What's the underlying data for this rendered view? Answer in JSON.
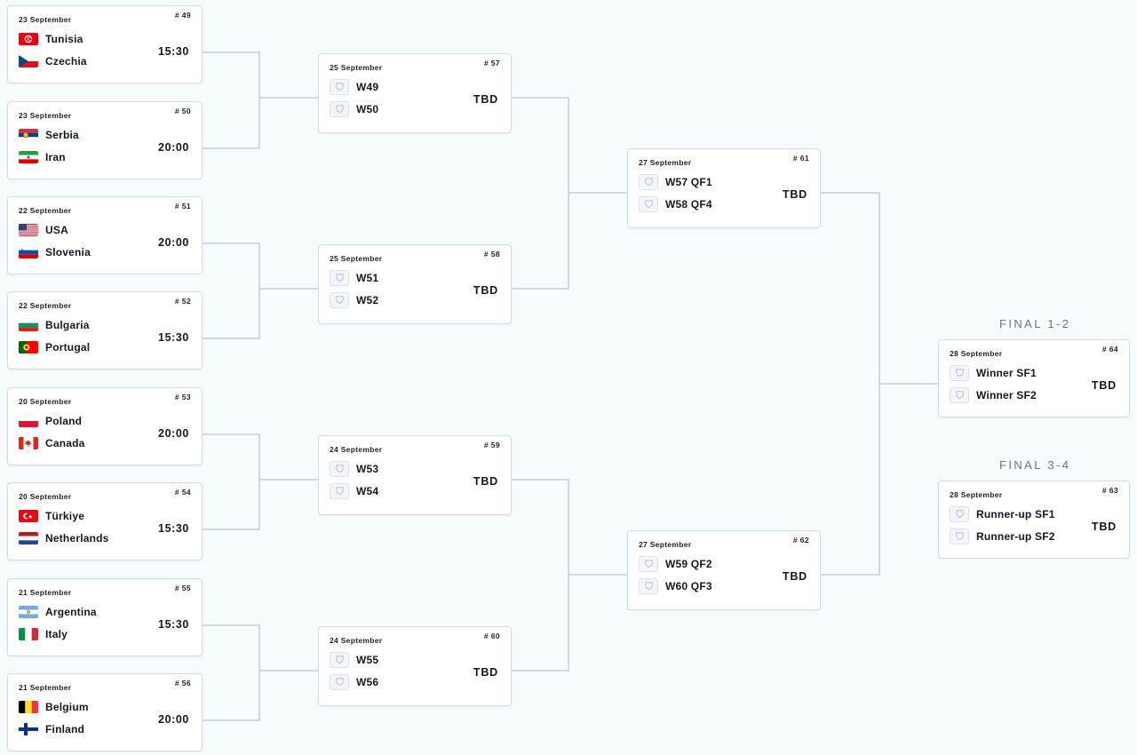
{
  "meta": {
    "background_color": "#f6fbfd",
    "card_background": "#ffffff",
    "card_border_color": "#d4dae2",
    "connector_color": "#c9ced6",
    "text_color": "#121722",
    "label_color": "#6b7380"
  },
  "labels": {
    "final_1_2": "FINAL 1-2",
    "final_3_4": "FINAL 3-4"
  },
  "rounds": [
    {
      "name": "round-of-16",
      "matches": [
        {
          "id": "m49",
          "date": "23 September",
          "number": "# 49",
          "time": "15:30",
          "teams": [
            {
              "name": "Tunisia",
              "flag": "tunisia"
            },
            {
              "name": "Czechia",
              "flag": "czechia"
            }
          ]
        },
        {
          "id": "m50",
          "date": "23 September",
          "number": "# 50",
          "time": "20:00",
          "teams": [
            {
              "name": "Serbia",
              "flag": "serbia"
            },
            {
              "name": "Iran",
              "flag": "iran"
            }
          ]
        },
        {
          "id": "m51",
          "date": "22 September",
          "number": "# 51",
          "time": "20:00",
          "teams": [
            {
              "name": "USA",
              "flag": "usa"
            },
            {
              "name": "Slovenia",
              "flag": "slovenia"
            }
          ]
        },
        {
          "id": "m52",
          "date": "22 September",
          "number": "# 52",
          "time": "15:30",
          "teams": [
            {
              "name": "Bulgaria",
              "flag": "bulgaria"
            },
            {
              "name": "Portugal",
              "flag": "portugal"
            }
          ]
        },
        {
          "id": "m53",
          "date": "20 September",
          "number": "# 53",
          "time": "20:00",
          "teams": [
            {
              "name": "Poland",
              "flag": "poland"
            },
            {
              "name": "Canada",
              "flag": "canada"
            }
          ]
        },
        {
          "id": "m54",
          "date": "20 September",
          "number": "# 54",
          "time": "15:30",
          "teams": [
            {
              "name": "Türkiye",
              "flag": "turkiye"
            },
            {
              "name": "Netherlands",
              "flag": "netherlands"
            }
          ]
        },
        {
          "id": "m55",
          "date": "21 September",
          "number": "# 55",
          "time": "15:30",
          "teams": [
            {
              "name": "Argentina",
              "flag": "argentina"
            },
            {
              "name": "Italy",
              "flag": "italy"
            }
          ]
        },
        {
          "id": "m56",
          "date": "21 September",
          "number": "# 56",
          "time": "20:00",
          "teams": [
            {
              "name": "Belgium",
              "flag": "belgium"
            },
            {
              "name": "Finland",
              "flag": "finland"
            }
          ]
        }
      ]
    },
    {
      "name": "quarterfinals",
      "matches": [
        {
          "id": "m57",
          "date": "25 September",
          "number": "# 57",
          "time": "TBD",
          "teams": [
            {
              "name": "W49",
              "flag": "placeholder"
            },
            {
              "name": "W50",
              "flag": "placeholder"
            }
          ]
        },
        {
          "id": "m58",
          "date": "25 September",
          "number": "# 58",
          "time": "TBD",
          "teams": [
            {
              "name": "W51",
              "flag": "placeholder"
            },
            {
              "name": "W52",
              "flag": "placeholder"
            }
          ]
        },
        {
          "id": "m59",
          "date": "24 September",
          "number": "# 59",
          "time": "TBD",
          "teams": [
            {
              "name": "W53",
              "flag": "placeholder"
            },
            {
              "name": "W54",
              "flag": "placeholder"
            }
          ]
        },
        {
          "id": "m60",
          "date": "24 September",
          "number": "# 60",
          "time": "TBD",
          "teams": [
            {
              "name": "W55",
              "flag": "placeholder"
            },
            {
              "name": "W56",
              "flag": "placeholder"
            }
          ]
        }
      ]
    },
    {
      "name": "semifinals",
      "matches": [
        {
          "id": "m61",
          "date": "27 September",
          "number": "# 61",
          "time": "TBD",
          "teams": [
            {
              "name": "W57 QF1",
              "flag": "placeholder"
            },
            {
              "name": "W58 QF4",
              "flag": "placeholder"
            }
          ]
        },
        {
          "id": "m62",
          "date": "27 September",
          "number": "# 62",
          "time": "TBD",
          "teams": [
            {
              "name": "W59 QF2",
              "flag": "placeholder"
            },
            {
              "name": "W60 QF3",
              "flag": "placeholder"
            }
          ]
        }
      ]
    },
    {
      "name": "finals",
      "matches": [
        {
          "id": "m64",
          "date": "28 September",
          "number": "# 64",
          "time": "TBD",
          "teams": [
            {
              "name": "Winner SF1",
              "flag": "placeholder"
            },
            {
              "name": "Winner SF2",
              "flag": "placeholder"
            }
          ]
        },
        {
          "id": "m63",
          "date": "28 September",
          "number": "# 63",
          "time": "TBD",
          "teams": [
            {
              "name": "Runner-up SF1",
              "flag": "placeholder"
            },
            {
              "name": "Runner-up SF2",
              "flag": "placeholder"
            }
          ]
        }
      ]
    }
  ]
}
